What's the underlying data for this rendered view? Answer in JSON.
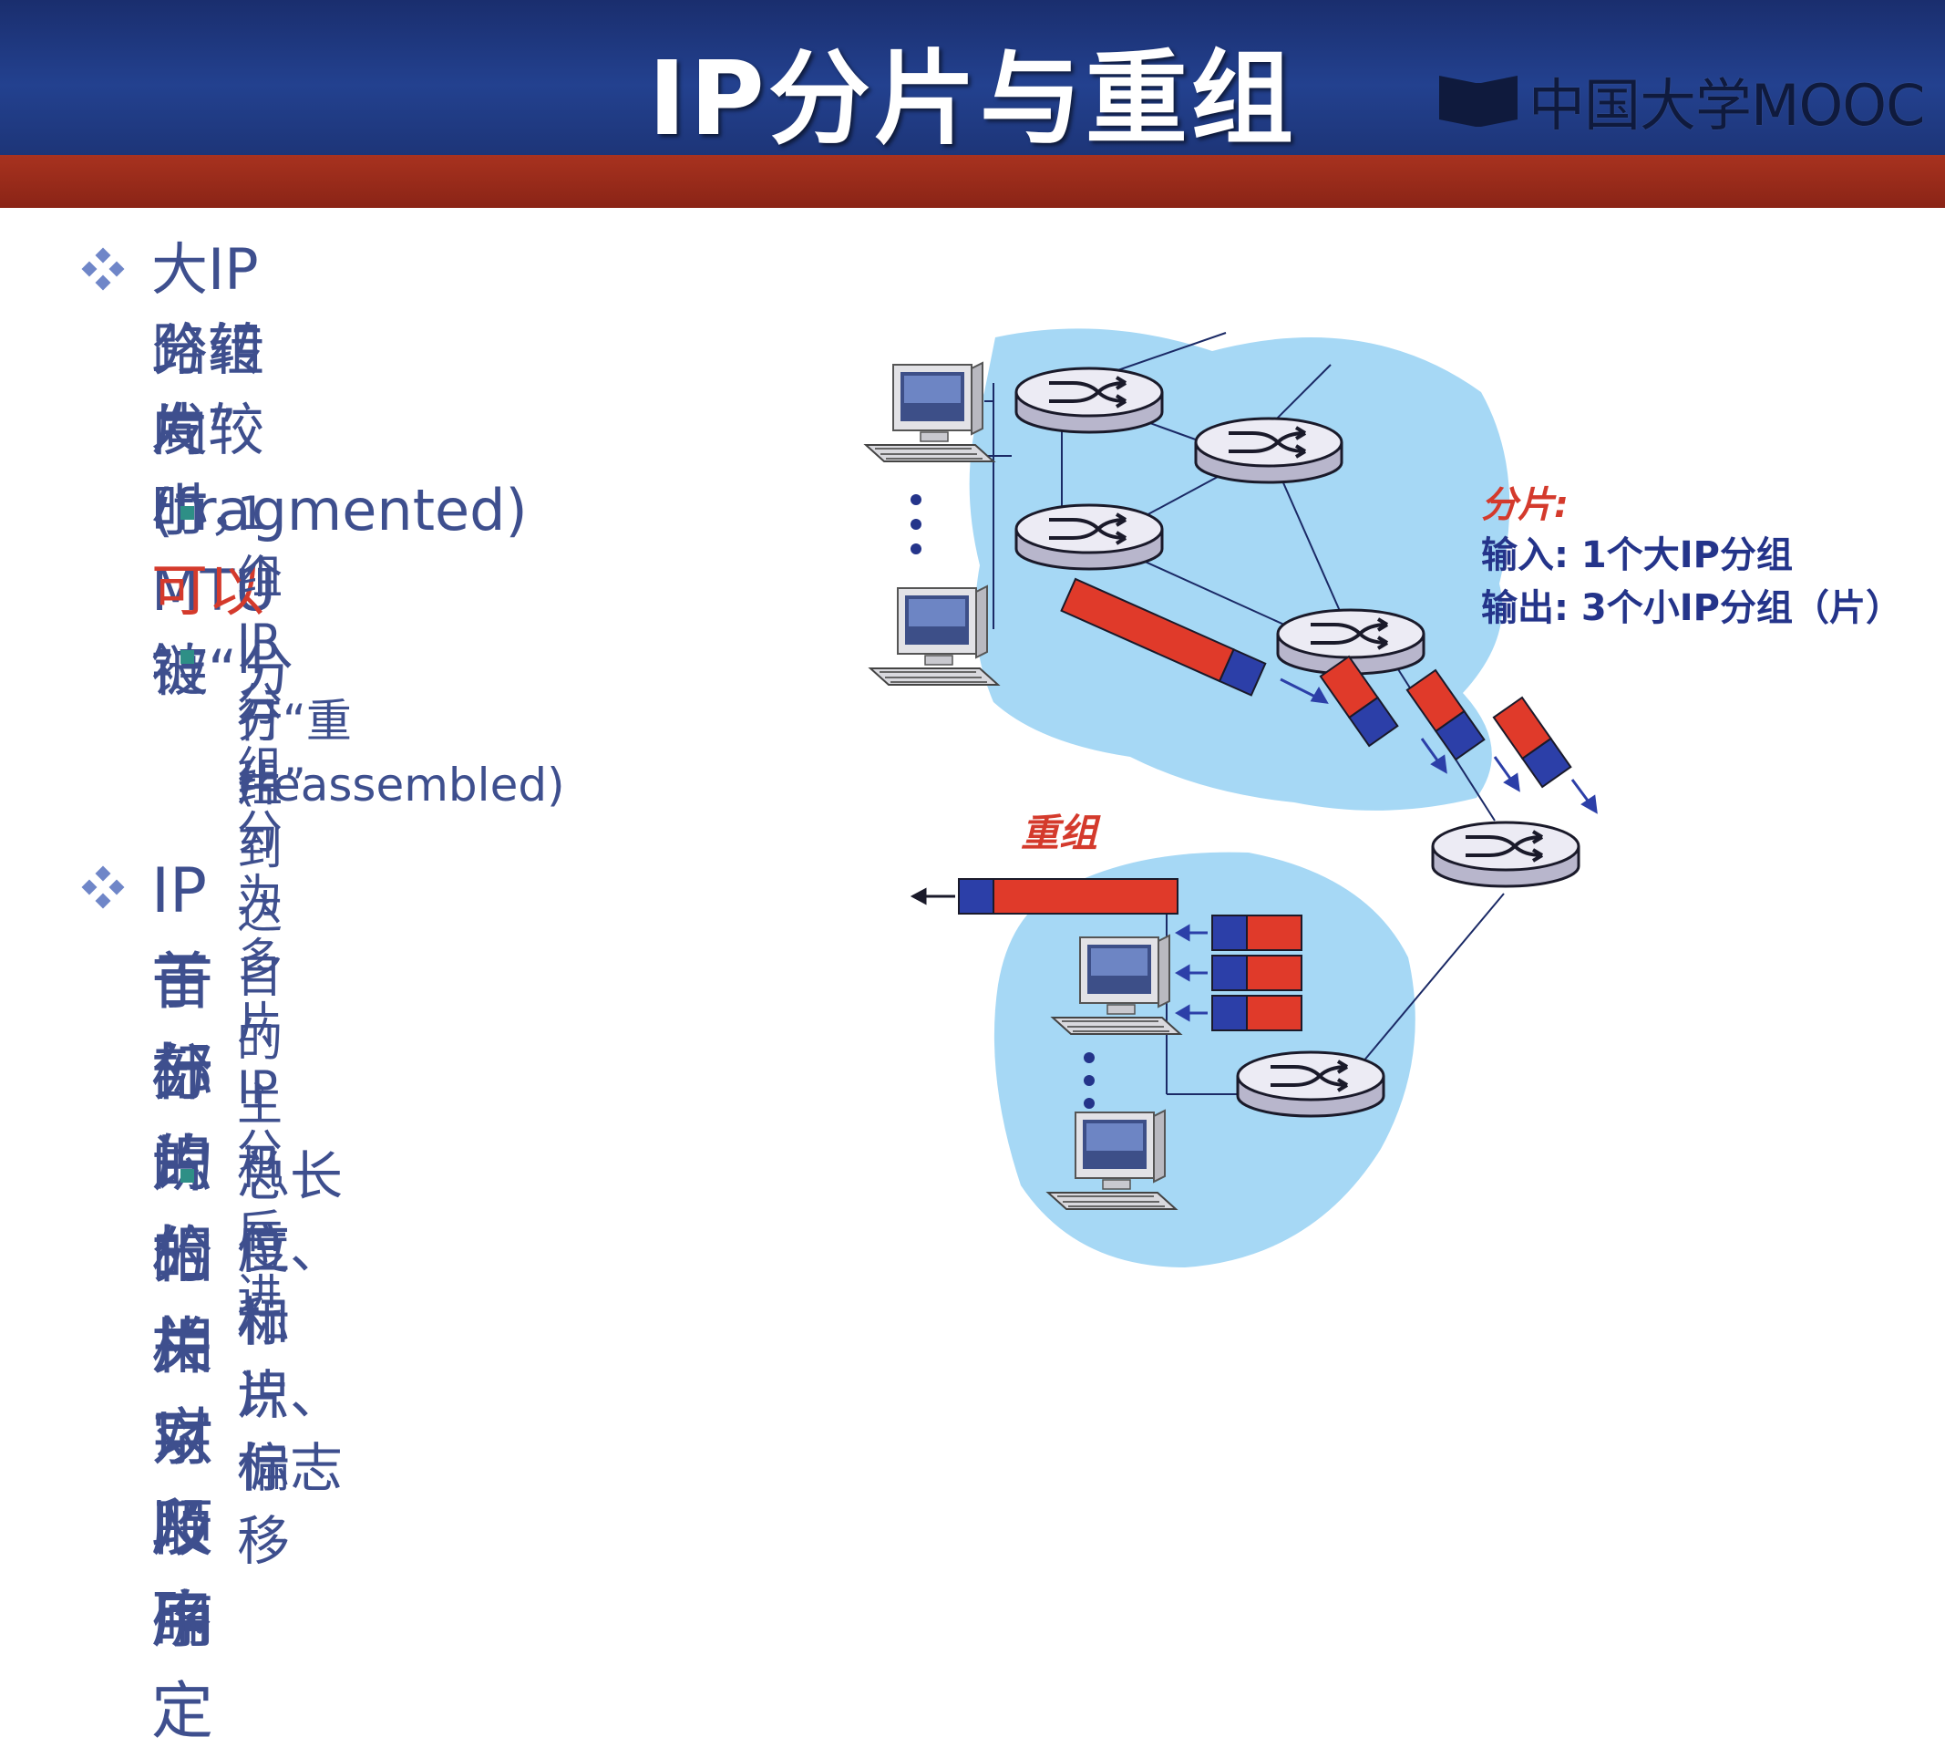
{
  "slide": {
    "title": "IP分片与重组",
    "brand": "中国大学MOOC"
  },
  "bullets": {
    "b1": {
      "line1": "大IP分组向较小MTU链",
      "line2_pre": "路转发时，",
      "line2_red": "可以",
      "line2_post": "被“分",
      "line3": "片” (fragmented)"
    },
    "b1_sub1": {
      "line1": "1个IP分组分为多片IP分",
      "line2": "组"
    },
    "b1_sub2": {
      "line1": "IP分片到达目的主机后进",
      "line2": "行“重组”",
      "line3": "(reassembled)"
    },
    "b2": {
      "line1": "IP首部的相关字段用",
      "line2": "于标识分片以及确定",
      "line3": "分片的相对顺序"
    },
    "b2_sub1": {
      "line1": "总长度、标识、标志",
      "line2": "位和片偏移"
    }
  },
  "diagram": {
    "frag_label": "分片:",
    "frag_input": "输入: 1个大IP分组",
    "frag_output": "输出: 3个小IP分组（片）",
    "reassembly_label": "重组",
    "colors": {
      "cloud": "#a6d8f5",
      "packet_red": "#e03a2a",
      "packet_blue": "#2c3fa8",
      "router": "#e8e6f2"
    }
  }
}
